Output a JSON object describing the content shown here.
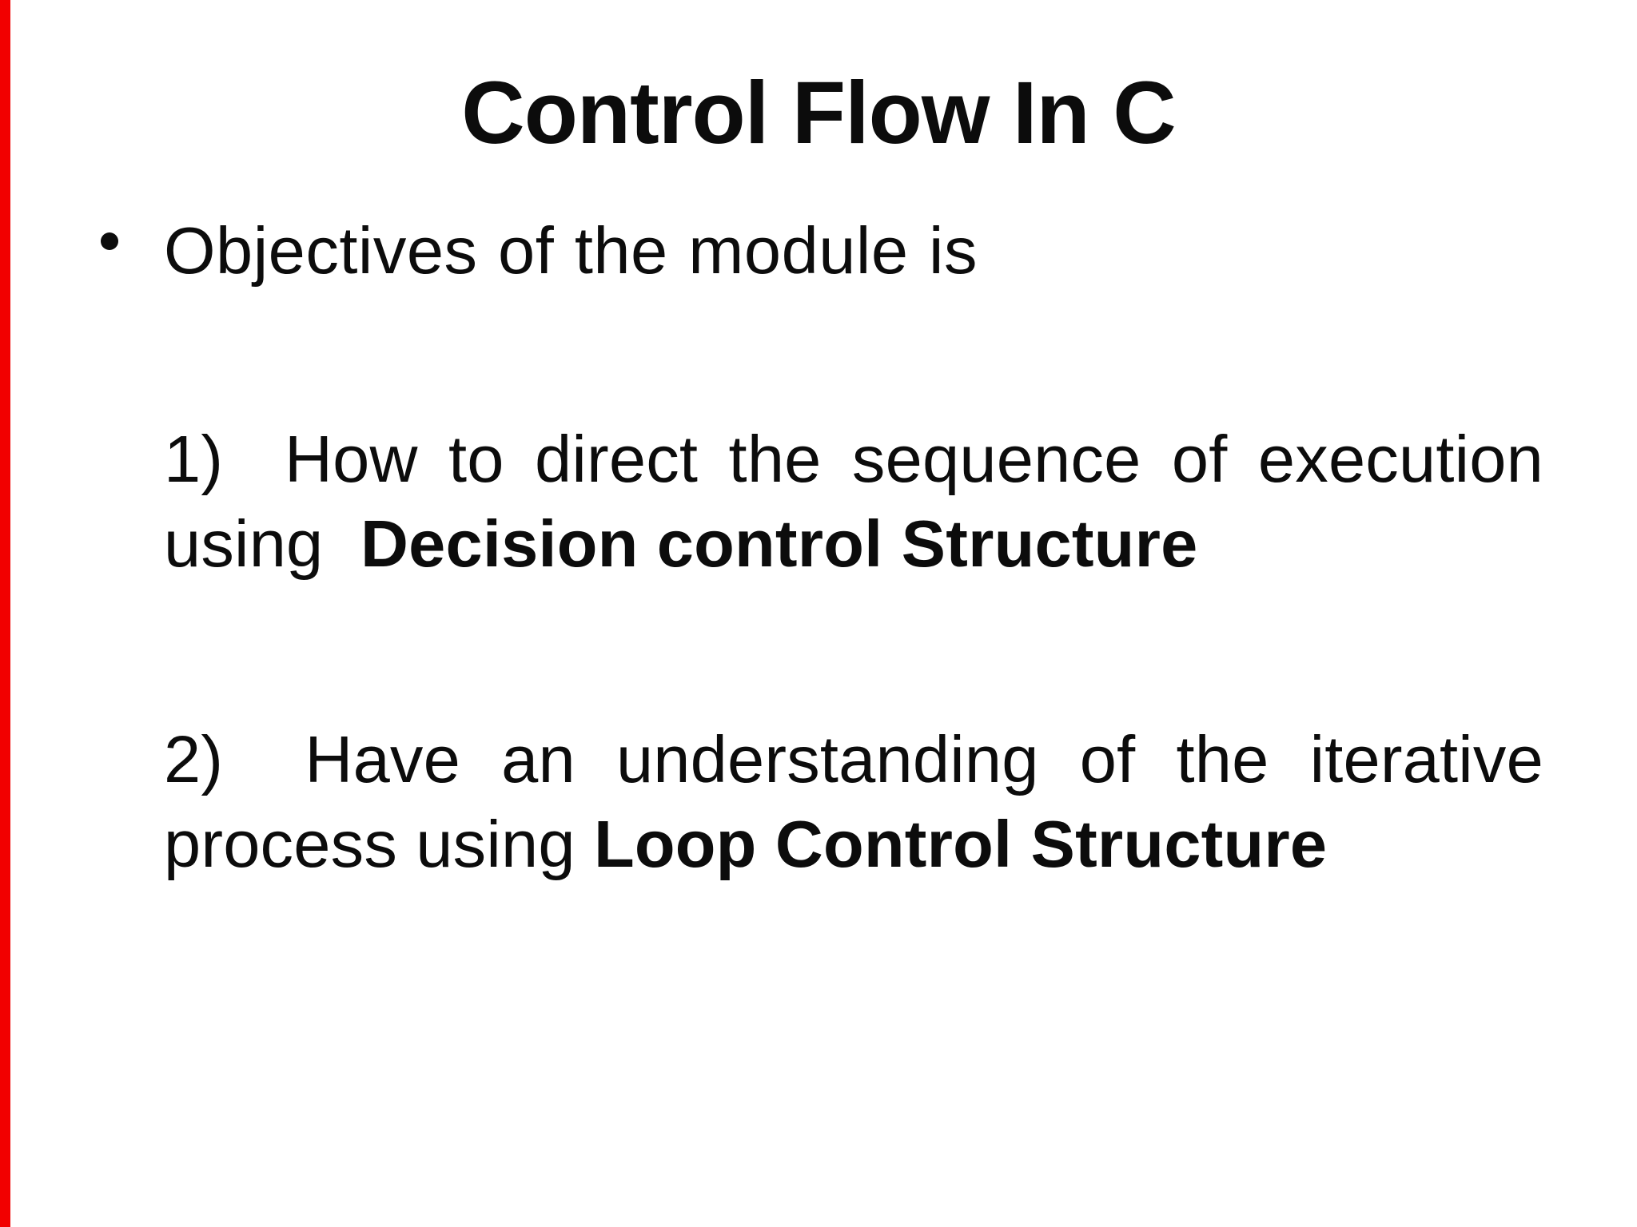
{
  "slide": {
    "title": "Control Flow In C",
    "bullet": {
      "marker": "•",
      "text": "Objectives of the module is"
    },
    "items": [
      {
        "line1": "1)  How to direct the sequence of execution",
        "line2_prefix": "using  ",
        "line2_bold": "Decision control Structure"
      },
      {
        "line1": "2)  Have an understanding of the iterative",
        "line2_prefix": "process using ",
        "line2_bold": "Loop Control Structure"
      }
    ],
    "colors": {
      "background": "#ffffff",
      "text": "#0c0c0c",
      "accent_strip": "#f20000"
    }
  }
}
